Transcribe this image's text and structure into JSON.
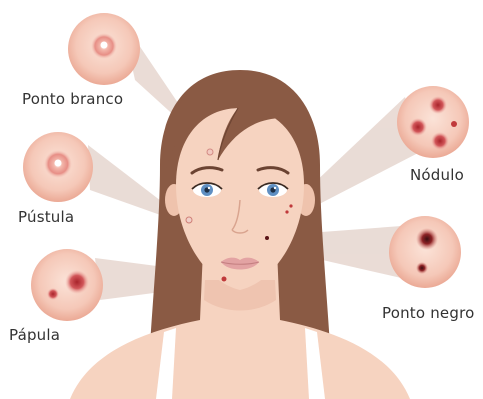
{
  "labels": {
    "ponto_branco": "Ponto branco",
    "pustula": "Pústula",
    "papula": "Pápula",
    "nodulo": "Nódulo",
    "ponto_negro": "Ponto negro"
  },
  "colors": {
    "skin": "#f6d3c0",
    "skin_shadow": "#e9b8a2",
    "hair": "#8a5a44",
    "hair_dark": "#6e4533",
    "beam": "#e4d2cb",
    "lesion_red": "#c0393b",
    "lesion_dark": "#7a1c1f",
    "circle_bg": "#f4c5b5",
    "iris": "#5f8fc2",
    "lips": "#e3a3a3"
  },
  "icons": [
    "face-illustration",
    "zoom-circle"
  ]
}
